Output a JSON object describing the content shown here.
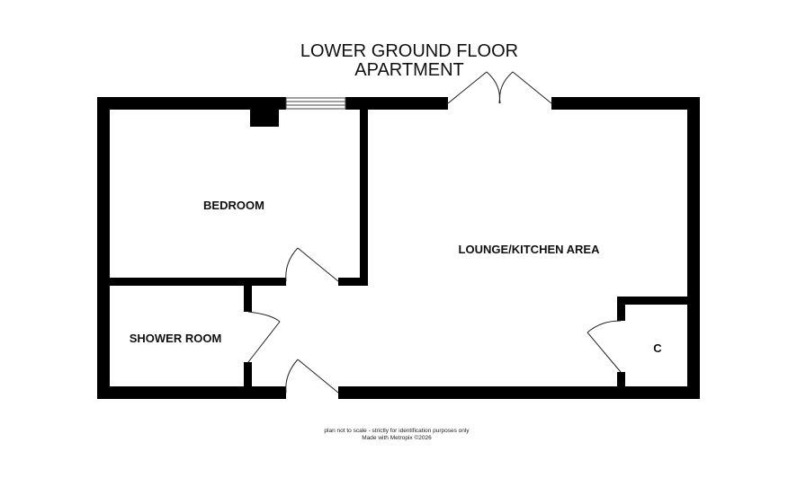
{
  "title": {
    "line1": "LOWER GROUND FLOOR",
    "line2": "APARTMENT"
  },
  "rooms": {
    "bedroom": "BEDROOM",
    "lounge": "LOUNGE/KITCHEN AREA",
    "shower": "SHOWER ROOM",
    "cupboard": "C"
  },
  "footer": {
    "disclaimer": "plan not to scale - strictly for identification purposes only",
    "credit": "Made with Metropix ©2026"
  },
  "colors": {
    "wall": "#000000",
    "background": "#ffffff"
  }
}
